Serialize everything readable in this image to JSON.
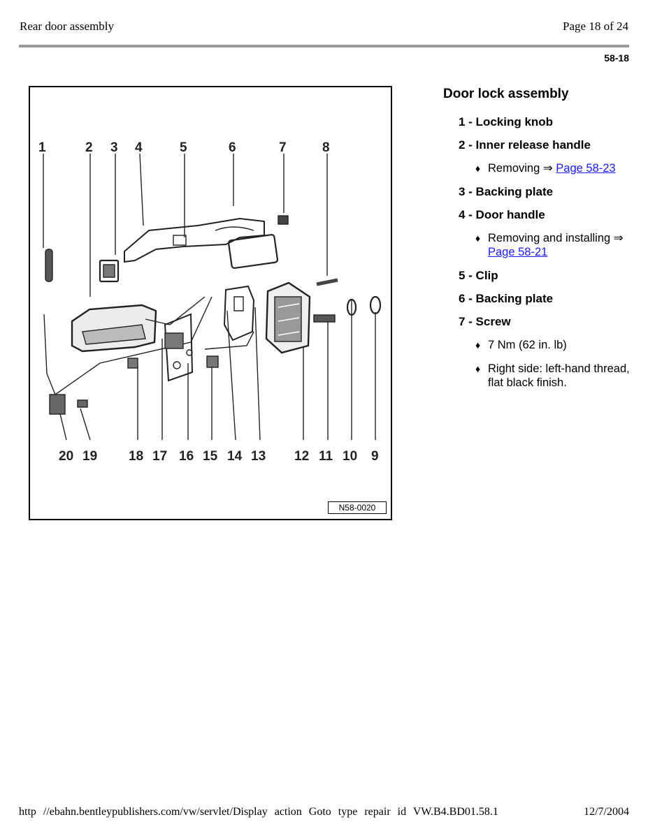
{
  "header": {
    "title": "Rear door assembly",
    "page_indicator": "Page 18 of 24",
    "section_number": "58-18"
  },
  "figure": {
    "figure_id": "N58-0020",
    "callouts_top": [
      "1",
      "2",
      "3",
      "4",
      "5",
      "6",
      "7",
      "8"
    ],
    "callouts_bottom": [
      "20",
      "19",
      "18",
      "17",
      "16",
      "15",
      "14",
      "13",
      "12",
      "11",
      "10",
      "9"
    ]
  },
  "content": {
    "section_title": "Door lock assembly",
    "items": [
      {
        "label": "1 - Locking knob",
        "bullets": []
      },
      {
        "label": "2 - Inner release handle",
        "bullets": [
          {
            "text": "Removing ⇒ ",
            "link": "Page 58-23"
          }
        ]
      },
      {
        "label": "3 - Backing plate",
        "bullets": []
      },
      {
        "label": "4 - Door handle",
        "bullets": [
          {
            "text": "Removing and installing ⇒ ",
            "link": "Page 58-21"
          }
        ]
      },
      {
        "label": "5 - Clip",
        "bullets": []
      },
      {
        "label": "6 - Backing plate",
        "bullets": []
      },
      {
        "label": "7 - Screw",
        "bullets": [
          {
            "text": "7 Nm (62 in. lb)",
            "link": ""
          },
          {
            "text": "Right side: left-hand thread, flat black finish.",
            "link": ""
          }
        ]
      }
    ]
  },
  "footer": {
    "url": "http //ebahn.bentleypublishers.com/vw/servlet/Display action Goto type repair id VW.B4.BD01.58.1",
    "date": "12/7/2004"
  }
}
